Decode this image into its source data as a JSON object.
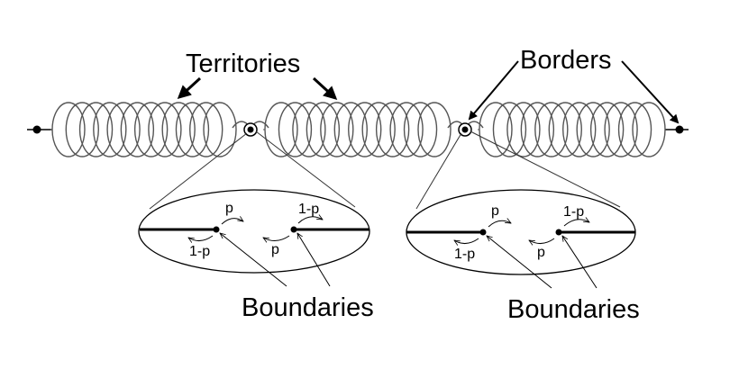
{
  "labels": {
    "territories": "Territories",
    "borders": "Borders",
    "boundaries_left": "Boundaries",
    "boundaries_right": "Boundaries"
  },
  "zoom_left": {
    "p_top": "p",
    "one_minus_p_top": "1-p",
    "one_minus_p_bottom": "1-p",
    "p_bottom": "p"
  },
  "zoom_right": {
    "p_top": "p",
    "one_minus_p_top": "1-p",
    "one_minus_p_bottom": "1-p",
    "p_bottom": "p"
  },
  "colors": {
    "coil": "#555555",
    "ink": "#000000"
  }
}
